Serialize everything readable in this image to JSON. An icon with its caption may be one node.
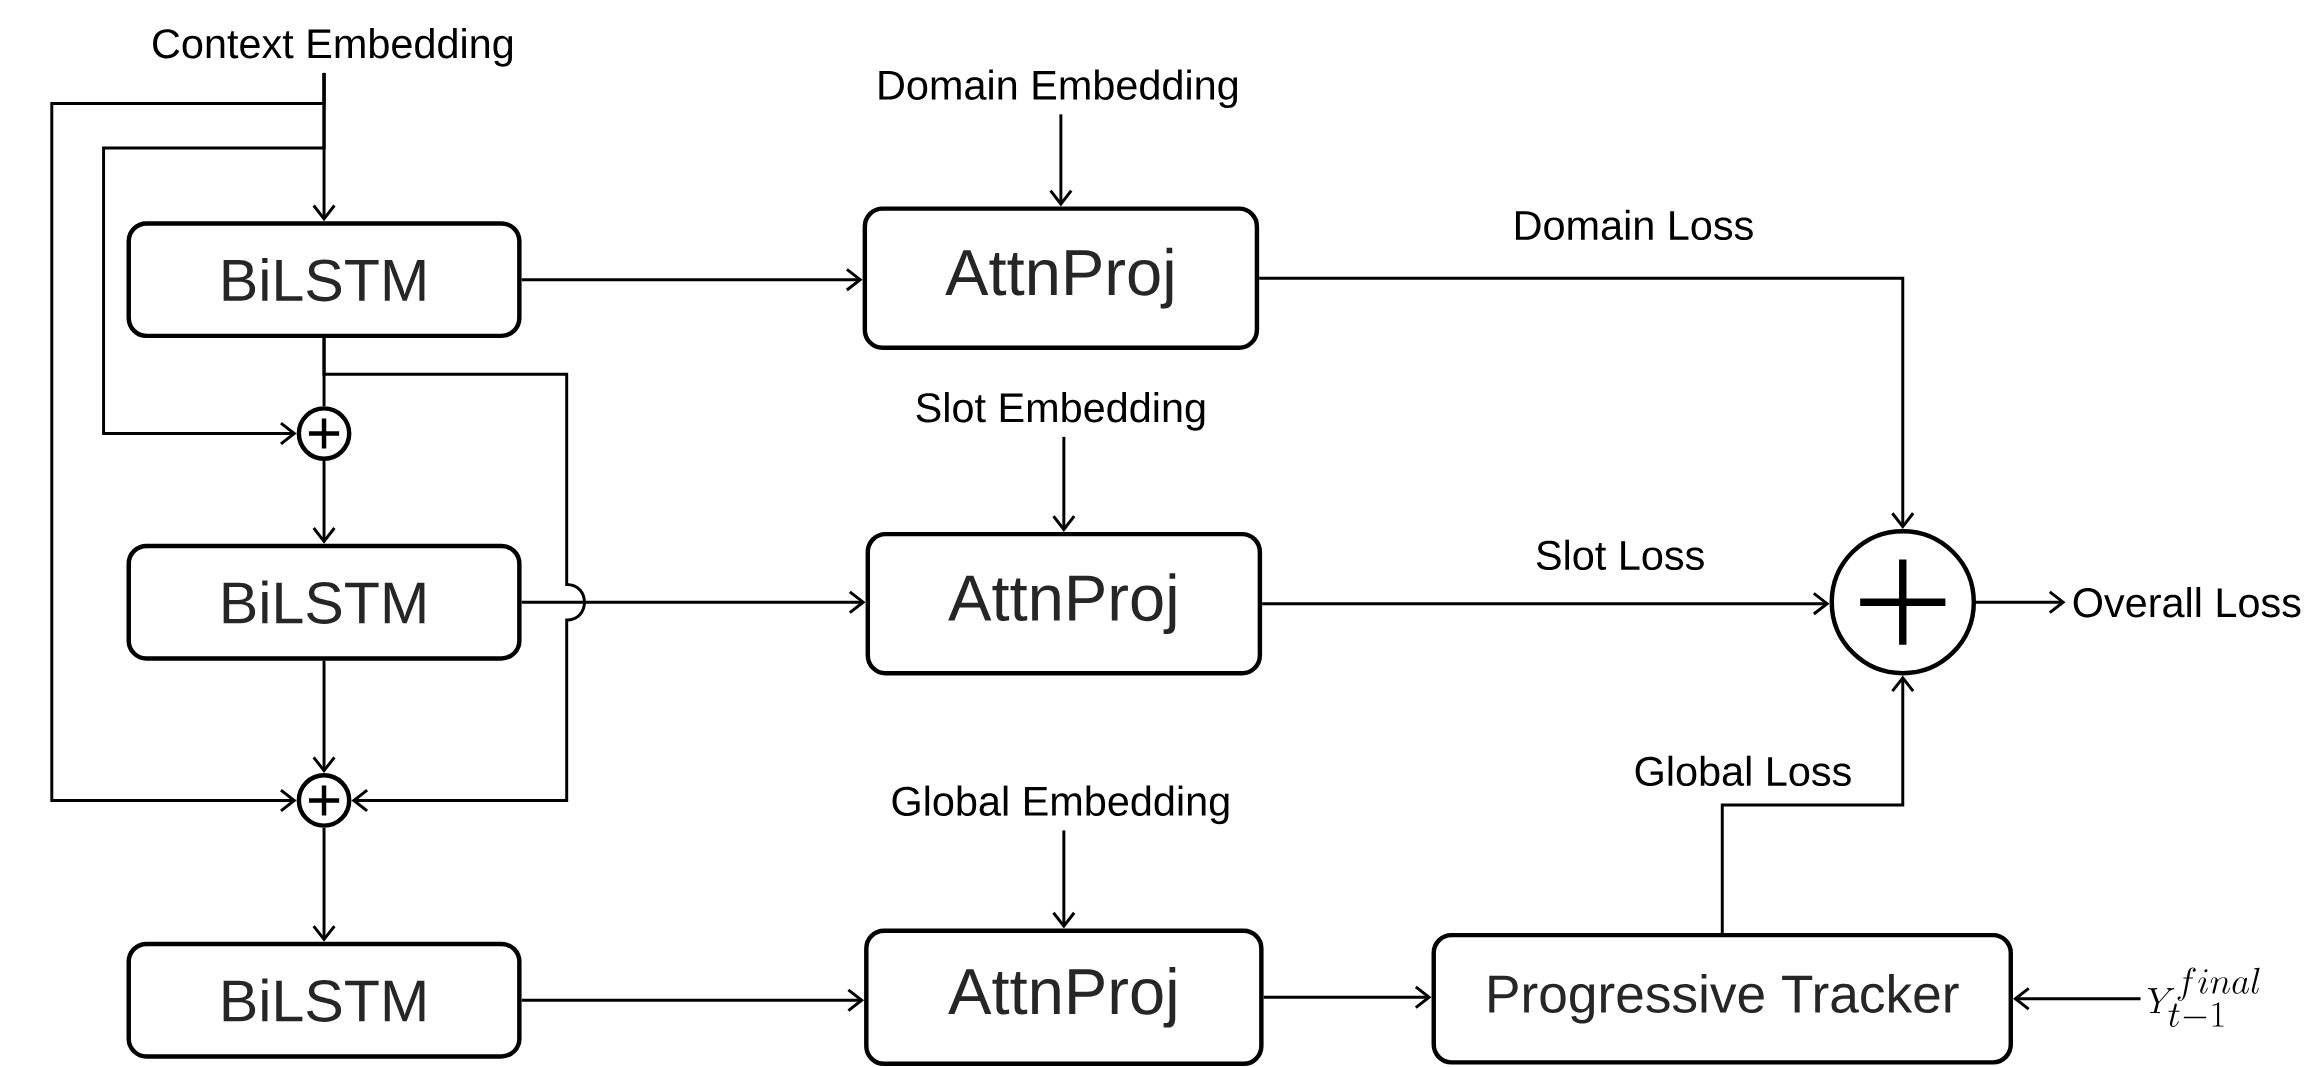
{
  "diagram": {
    "nodes": [
      {
        "text": [
          "Context Embedding"
        ]
      },
      {
        "text": [
          "BiLSTM"
        ]
      },
      {
        "text": [],
        "shape": "circle"
      },
      {
        "text": [
          "BiLSTM"
        ]
      },
      {
        "text": [],
        "shape": "circle"
      },
      {
        "text": [
          "BiLSTM"
        ]
      },
      {
        "text": [
          "Domain Embedding"
        ]
      },
      {
        "text": [
          "AttnProj"
        ]
      },
      {
        "text": [
          "Slot Embedding"
        ]
      },
      {
        "text": [
          "AttnProj"
        ]
      },
      {
        "text": [
          "Global Embedding"
        ]
      },
      {
        "text": [
          "AttnProj"
        ]
      },
      {
        "text": [],
        "shape": "circle"
      },
      {
        "text": [
          "Overall Loss"
        ]
      },
      {
        "text": [
          "Progressive Tracker"
        ]
      },
      {
        "text": [
          "Y_{t-1}^{final}"
        ]
      }
    ],
    "edges": [
      {
        "from": 0,
        "to": 1,
        "arrow": "to"
      },
      {
        "from": 0,
        "to": 2,
        "arrow": "to"
      },
      {
        "from": 0,
        "to": 4,
        "arrow": "to"
      },
      {
        "from": 1,
        "to": 2,
        "arrow": "none"
      },
      {
        "from": 1,
        "to": 4,
        "arrow": "to"
      },
      {
        "from": 2,
        "to": 3,
        "arrow": "to"
      },
      {
        "from": 3,
        "to": 4,
        "arrow": "to"
      },
      {
        "from": 4,
        "to": 5,
        "arrow": "to"
      },
      {
        "from": 1,
        "to": 7,
        "arrow": "to"
      },
      {
        "from": 3,
        "to": 9,
        "arrow": "to"
      },
      {
        "from": 5,
        "to": 11,
        "arrow": "to"
      },
      {
        "from": 6,
        "to": 7,
        "arrow": "to"
      },
      {
        "from": 8,
        "to": 9,
        "arrow": "to"
      },
      {
        "from": 10,
        "to": 11,
        "arrow": "to"
      },
      {
        "from": 7,
        "to": 12,
        "arrow": "to",
        "label": "Domain Loss"
      },
      {
        "from": 9,
        "to": 12,
        "arrow": "to",
        "label": "Slot Loss"
      },
      {
        "from": 11,
        "to": 14,
        "arrow": "to"
      },
      {
        "from": 14,
        "to": 12,
        "arrow": "to",
        "label": "Global Loss"
      },
      {
        "from": 12,
        "to": 13,
        "arrow": "to"
      },
      {
        "from": 15,
        "to": 14,
        "arrow": "to"
      }
    ]
  }
}
